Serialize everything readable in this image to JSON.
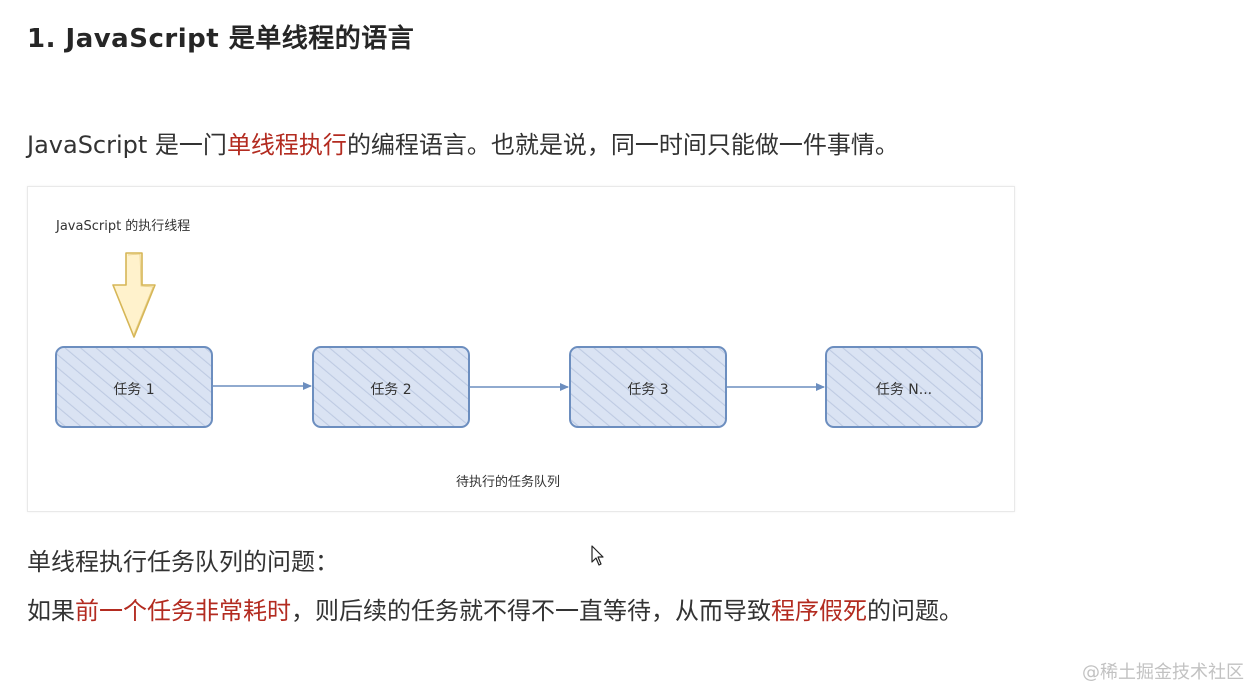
{
  "heading": "1. JavaScript 是单线程的语言",
  "paragraph1": {
    "before": "JavaScript 是一门",
    "highlight": "单线程执行",
    "after": "的编程语言。也就是说，同一时间只能做一件事情。"
  },
  "diagram": {
    "thread_label": "JavaScript 的执行线程",
    "tasks": [
      "任务 1",
      "任务 2",
      "任务 3",
      "任务 N..."
    ],
    "queue_label": "待执行的任务队列"
  },
  "paragraph2": "单线程执行任务队列的问题：",
  "paragraph3": {
    "part1": "如果",
    "highlight1": "前一个任务非常耗时",
    "part2": "，则后续的任务就不得不一直等待，从而导致",
    "highlight2": "程序假死",
    "part3": "的问题。"
  },
  "watermark": "@稀土掘金技术社区",
  "colors": {
    "highlight": "#b32b20",
    "task_fill": "#dae3f3",
    "task_border": "#6c8ebf",
    "arrow_fill": "#fff2cc",
    "arrow_border": "#d6b656"
  }
}
